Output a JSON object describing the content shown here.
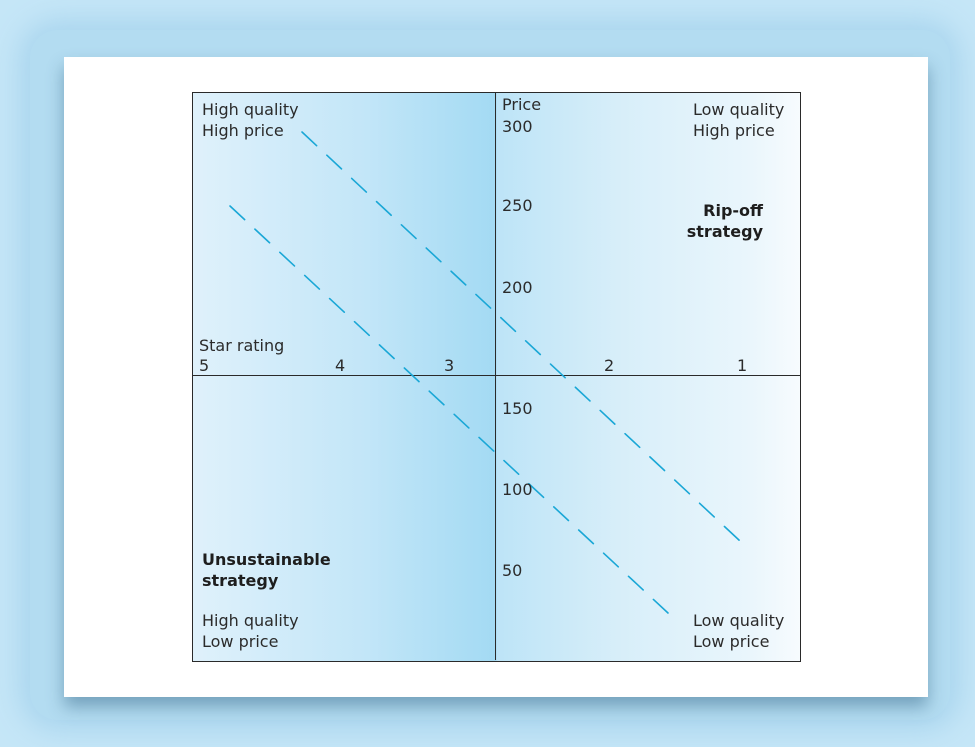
{
  "figure": {
    "quadrants": {
      "top_left": [
        "High quality",
        "High price"
      ],
      "top_right": [
        "Low quality",
        "High price"
      ],
      "bottom_left": [
        "High quality",
        "Low price"
      ],
      "bottom_right": [
        "Low quality",
        "Low price"
      ]
    },
    "strategies": {
      "top_right": [
        "Rip-off",
        "strategy"
      ],
      "bottom_left": [
        "Unsustainable",
        "strategy"
      ]
    },
    "x_axis": {
      "label": "Star rating",
      "ticks": [
        "5",
        "4",
        "3",
        "2",
        "1"
      ]
    },
    "y_axis": {
      "label": "Price",
      "ticks": [
        "300",
        "250",
        "200",
        "150",
        "100",
        "50"
      ]
    },
    "line_color": "#1aa7d6"
  }
}
